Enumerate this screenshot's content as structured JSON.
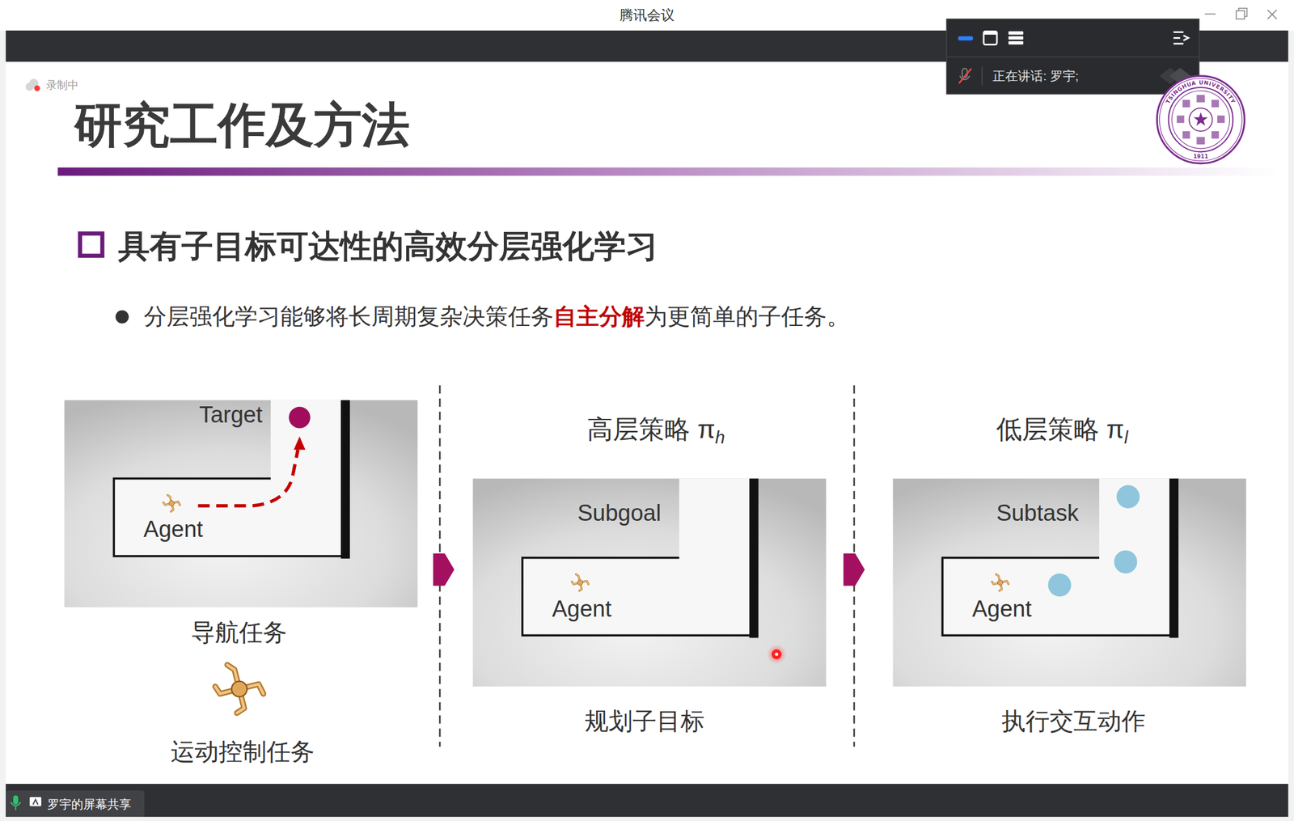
{
  "diagram": {
    "title": "研究工作及方法",
    "nodes": [
      {
        "text": [
          "Target",
          "Agent",
          "导航任务",
          "运动控制任务"
        ]
      },
      {
        "text": [
          "高层策略 π",
          "h",
          "Subgoal",
          "Agent",
          "规划子目标"
        ]
      },
      {
        "text": [
          "低层策略 π",
          "l",
          "Subtask",
          "Agent",
          "执行交互动作"
        ]
      }
    ],
    "edges": [
      {
        "from": 0,
        "to": 1,
        "arrow": "to"
      },
      {
        "from": 1,
        "to": 2,
        "arrow": "to"
      }
    ],
    "labels": [
      "腾讯会议",
      "录制中",
      "正在讲话: 罗宇;",
      "具有子目标可达性的高效分层强化学习",
      "分层强化学习能够将长周期复杂决策任务",
      "自主分解",
      "为更简单的子任务。",
      "TSINGHUA UNIVERSITY",
      "1911",
      "罗宇的屏幕共享"
    ]
  }
}
